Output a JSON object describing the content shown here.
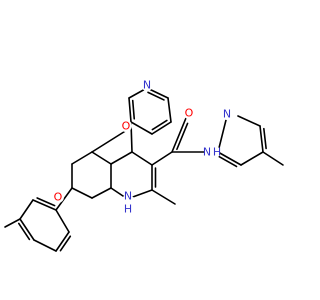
{
  "molecule": {
    "atom_labels": {
      "nitrogen_pyridine_top": "N",
      "oxygen_ketone": "O",
      "oxygen_amide": "O",
      "amide_nh": "N",
      "amide_h": "H",
      "nitrogen_pyridine_right": "N",
      "ring_nh_n": "N",
      "ring_nh_h": "H",
      "oxygen_methoxy": "O"
    },
    "colors": {
      "bond": "#000000",
      "nitrogen": "#3333cc",
      "oxygen": "#ff0000"
    }
  }
}
